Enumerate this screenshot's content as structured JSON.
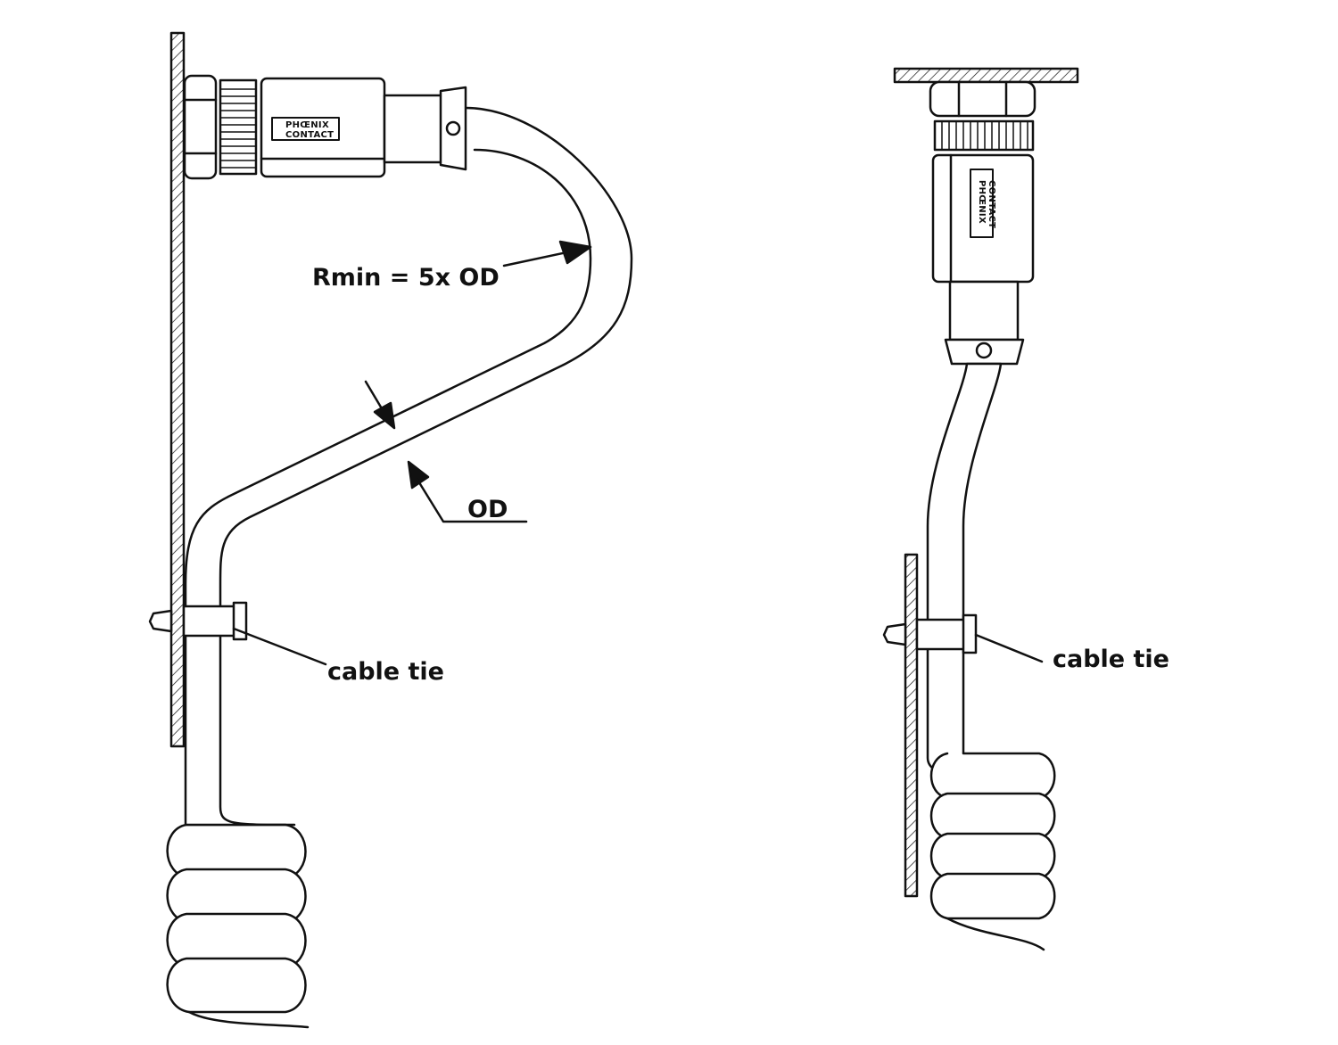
{
  "labels": {
    "rmin": "Rmin = 5x OD",
    "od": "OD",
    "cable_tie_left": "cable tie",
    "cable_tie_right": "cable tie"
  },
  "logo": {
    "line1": "PHŒNIX",
    "line2": "CONTACT"
  },
  "colors": {
    "ink": "#111111",
    "background": "#ffffff"
  }
}
